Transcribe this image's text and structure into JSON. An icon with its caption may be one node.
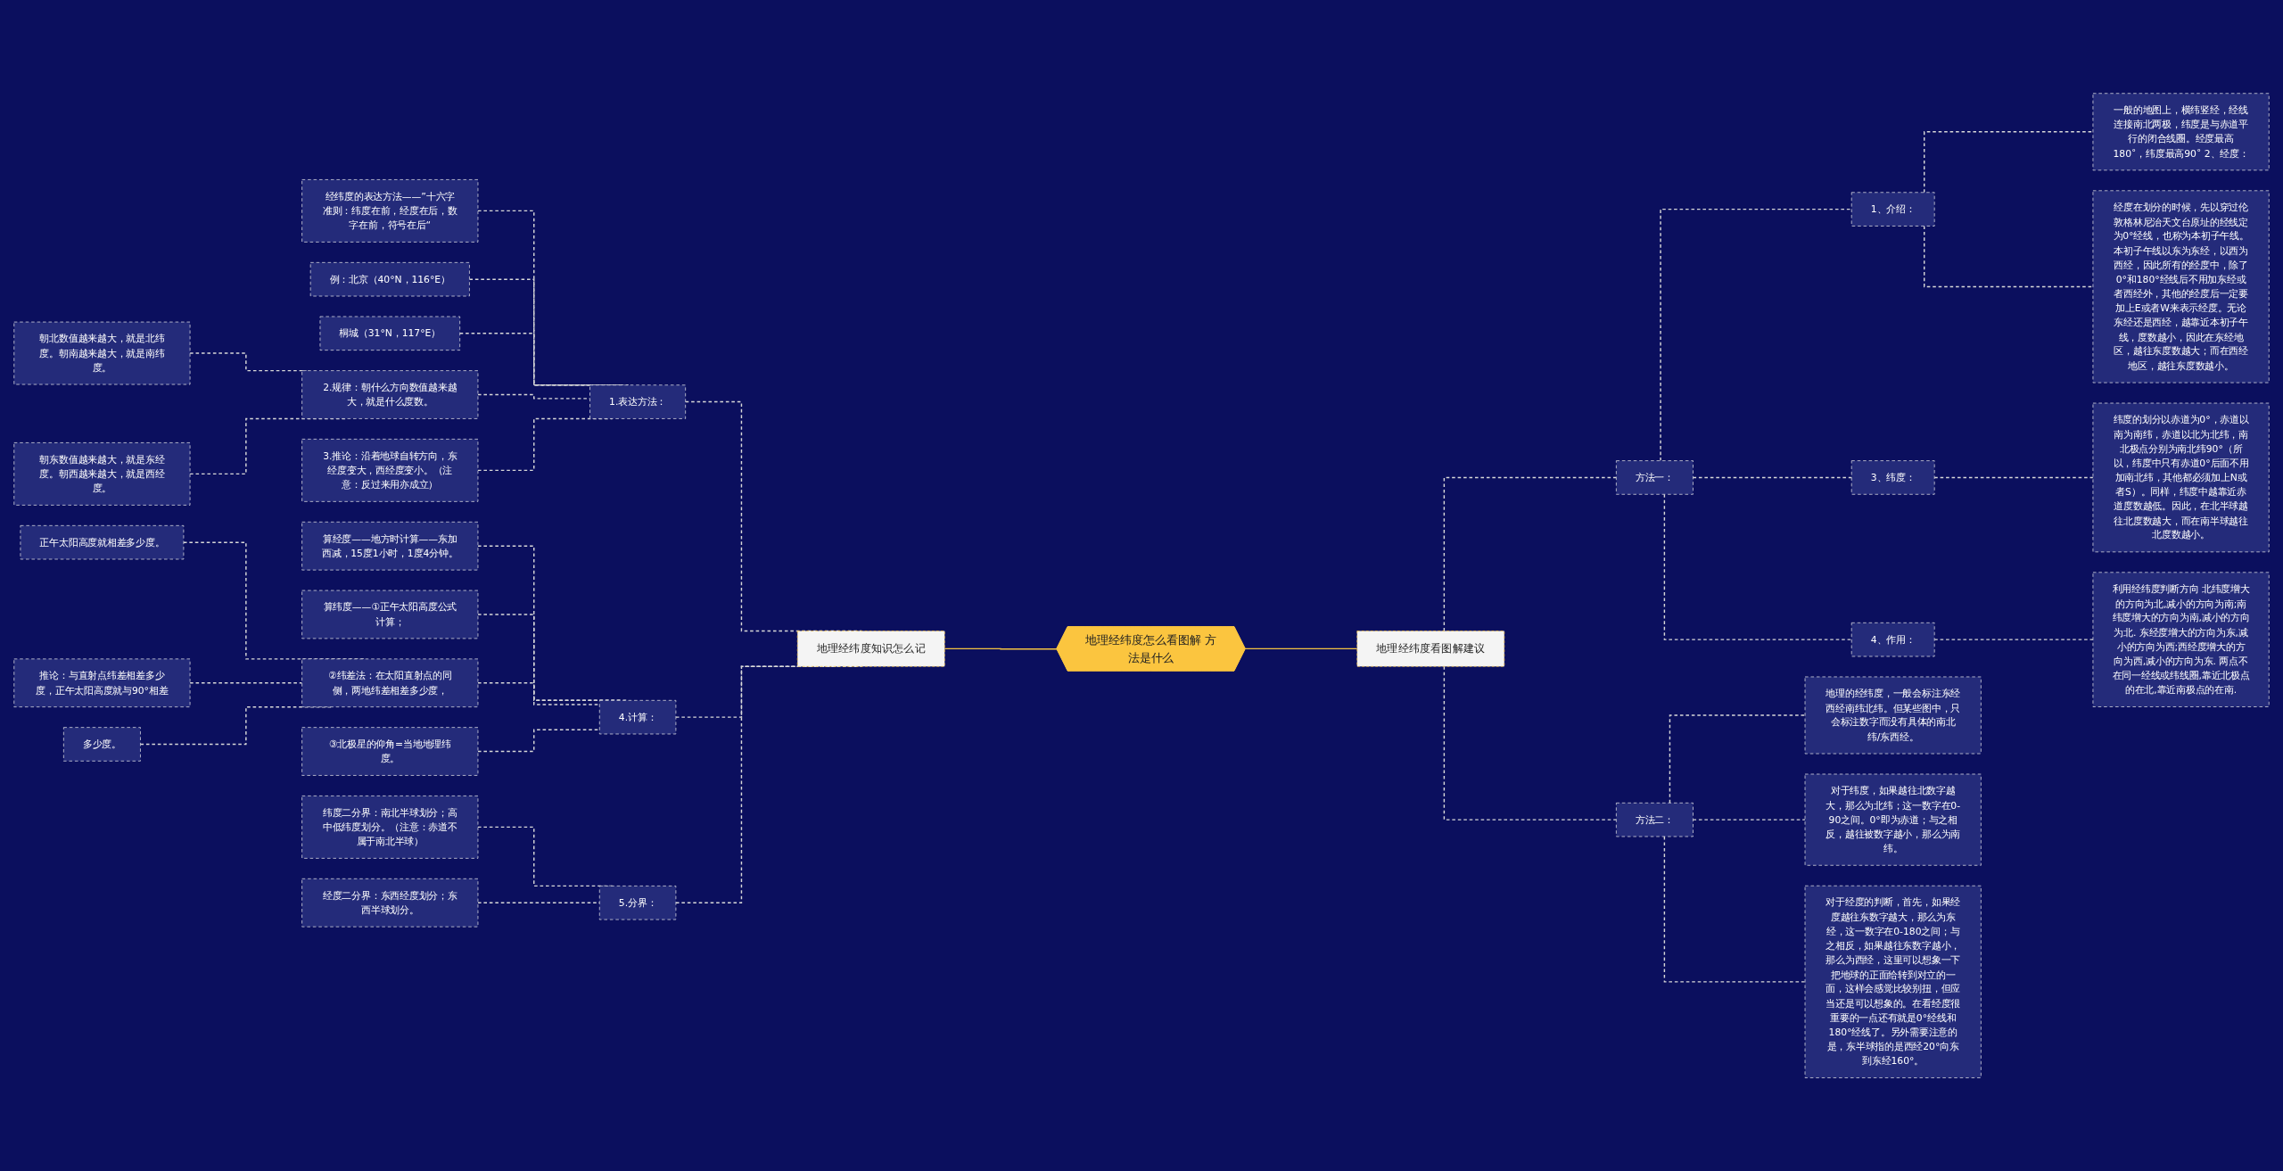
{
  "diagram": {
    "nodes": [
      {
        "text": [
          "地理经纬度怎么看图解 方法是什么"
        ]
      },
      {
        "text": [
          "地理经纬度知识怎么记"
        ]
      },
      {
        "text": [
          "1.表达方法："
        ]
      },
      {
        "text": [
          "经纬度的表达方法——”十六字准则：纬度在前，经度在后，数字在前，符号在后“"
        ]
      },
      {
        "text": [
          "例：北京（40°N，116°E）"
        ]
      },
      {
        "text": [
          "桐城（31°N，117°E）"
        ]
      },
      {
        "text": [
          "2.规律：朝什么方向数值越来越大，就是什么度数。"
        ]
      },
      {
        "text": [
          "朝北数值越来越大，就是北纬度。朝南越来越大，就是南纬度。"
        ]
      },
      {
        "text": [
          "朝东数值越来越大，就是东经度。朝西越来越大，就是西经度。"
        ]
      },
      {
        "text": [
          "3.推论：沿着地球自转方向，东经度变大，西经度变小。（注意：反过来用亦成立）"
        ]
      },
      {
        "text": [
          "4.计算："
        ]
      },
      {
        "text": [
          "算经度——地方时计算——东加西减，15度1小时，1度4分钟。"
        ]
      },
      {
        "text": [
          "算纬度——①正午太阳高度公式计算；"
        ]
      },
      {
        "text": [
          "②纬差法：在太阳直射点的同侧，两地纬差相差多少度，"
        ]
      },
      {
        "text": [
          "正午太阳高度就相差多少度。"
        ]
      },
      {
        "text": [
          "推论：与直射点纬差相差多少度，正午太阳高度就与90°相差"
        ]
      },
      {
        "text": [
          "多少度。"
        ]
      },
      {
        "text": [
          "③北极星的仰角=当地地理纬度。"
        ]
      },
      {
        "text": [
          "5.分界："
        ]
      },
      {
        "text": [
          "纬度二分界：南北半球划分；高中低纬度划分。（注意：赤道不属于南北半球）"
        ]
      },
      {
        "text": [
          "经度二分界：东西经度划分；东西半球划分。"
        ]
      },
      {
        "text": [
          "地理经纬度看图解建议"
        ]
      },
      {
        "text": [
          "方法一："
        ]
      },
      {
        "text": [
          "1、介绍："
        ]
      },
      {
        "text": [
          "一般的地图上，横纬竖经，经线连接南北两极，纬度是与赤道平行的闭合线圈。经度最高180˚，纬度最高90˚ 2、经度："
        ]
      },
      {
        "text": [
          "经度在划分的时候，先以穿过伦敦格林尼治天文台原址的经线定为0°经线，也称为本初子午线。本初子午线以东为东经，以西为西经，因此所有的经度中，除了0°和180°经线后不用加东经或者西经外，其他的经度后一定要加上E或者W来表示经度。无论东经还是西经，越靠近本初子午线，度数越小，因此在东经地区，越往东度数越大；而在西经地区，越往东度数越小。"
        ]
      },
      {
        "text": [
          "3、纬度："
        ]
      },
      {
        "text": [
          "纬度的划分以赤道为0°，赤道以南为南纬，赤道以北为北纬，南北极点分别为南北纬90°（所以，纬度中只有赤道0°后面不用加南北纬，其他都必须加上N或者S）。同样，纬度中越靠近赤道度数越低。因此，在北半球越往北度数越大，而在南半球越往北度数越小。"
        ]
      },
      {
        "text": [
          "4、作用："
        ]
      },
      {
        "text": [
          "利用经纬度判断方向 北纬度增大的方向为北,减小的方向为南;南纬度增大的方向为南,减小的方向为北. 东经度增大的方向为东,减小的方向为西;西经度增大的方向为西,减小的方向为东. 两点不在同一经线或纬线圈,靠近北极点的在北,靠近南极点的在南."
        ]
      },
      {
        "text": [
          "方法二："
        ]
      },
      {
        "text": [
          "地理的经纬度，一般会标注东经西经南纬北纬。但某些图中，只会标注数字而没有具体的南北纬/东西经。"
        ]
      },
      {
        "text": [
          "对于纬度，如果越往北数字越大，那么为北纬；这一数字在0-90之间。0°即为赤道；与之相反，越往被数字越小，那么为南纬。"
        ]
      },
      {
        "text": [
          "对于经度的判断，首先，如果经度越往东数字越大，那么为东经，这一数字在0-180之间；与之相反，如果越往东数字越小，那么为西经，这里可以想象一下把地球的正面给转到对立的一面，这样会感觉比较别扭，但应当还是可以想象的。在看经度很重要的一点还有就是0°经线和180°经线了。另外需要注意的是，东半球指的是西经20°向东到东经160°。"
        ]
      }
    ],
    "edges": [
      {
        "from": 0,
        "to": 1,
        "arrow": "none",
        "color": "#f5c342"
      },
      {
        "from": 1,
        "to": 2,
        "arrow": "none",
        "style": "dashed"
      },
      {
        "from": 2,
        "to": 3,
        "arrow": "none",
        "style": "dashed"
      },
      {
        "from": 2,
        "to": 4,
        "arrow": "none",
        "style": "dashed"
      },
      {
        "from": 2,
        "to": 5,
        "arrow": "none",
        "style": "dashed"
      },
      {
        "from": 2,
        "to": 6,
        "arrow": "none",
        "style": "dashed"
      },
      {
        "from": 6,
        "to": 7,
        "arrow": "none",
        "style": "dashed"
      },
      {
        "from": 6,
        "to": 8,
        "arrow": "none",
        "style": "dashed"
      },
      {
        "from": 2,
        "to": 9,
        "arrow": "none",
        "style": "dashed"
      },
      {
        "from": 1,
        "to": 10,
        "arrow": "none",
        "style": "dashed"
      },
      {
        "from": 10,
        "to": 11,
        "arrow": "none",
        "style": "dashed"
      },
      {
        "from": 10,
        "to": 12,
        "arrow": "none",
        "style": "dashed"
      },
      {
        "from": 10,
        "to": 13,
        "arrow": "none",
        "style": "dashed"
      },
      {
        "from": 13,
        "to": 14,
        "arrow": "none",
        "style": "dashed"
      },
      {
        "from": 13,
        "to": 15,
        "arrow": "none",
        "style": "dashed"
      },
      {
        "from": 13,
        "to": 16,
        "arrow": "none",
        "style": "dashed"
      },
      {
        "from": 10,
        "to": 17,
        "arrow": "none",
        "style": "dashed"
      },
      {
        "from": 1,
        "to": 18,
        "arrow": "none",
        "style": "dashed"
      },
      {
        "from": 18,
        "to": 19,
        "arrow": "none",
        "style": "dashed"
      },
      {
        "from": 18,
        "to": 20,
        "arrow": "none",
        "style": "dashed"
      },
      {
        "from": 0,
        "to": 21,
        "arrow": "none",
        "color": "#f5c342"
      },
      {
        "from": 21,
        "to": 22,
        "arrow": "none",
        "style": "dashed"
      },
      {
        "from": 22,
        "to": 23,
        "arrow": "none",
        "style": "dashed"
      },
      {
        "from": 23,
        "to": 24,
        "arrow": "none",
        "style": "dashed"
      },
      {
        "from": 23,
        "to": 25,
        "arrow": "none",
        "style": "dashed"
      },
      {
        "from": 22,
        "to": 26,
        "arrow": "none",
        "style": "dashed"
      },
      {
        "from": 26,
        "to": 27,
        "arrow": "none",
        "style": "dashed"
      },
      {
        "from": 22,
        "to": 28,
        "arrow": "none",
        "style": "dashed"
      },
      {
        "from": 28,
        "to": 29,
        "arrow": "none",
        "style": "dashed"
      },
      {
        "from": 21,
        "to": 30,
        "arrow": "none",
        "style": "dashed"
      },
      {
        "from": 30,
        "to": 31,
        "arrow": "none",
        "style": "dashed"
      },
      {
        "from": 30,
        "to": 32,
        "arrow": "none",
        "style": "dashed"
      },
      {
        "from": 30,
        "to": 33,
        "arrow": "none",
        "style": "dashed"
      }
    ]
  }
}
